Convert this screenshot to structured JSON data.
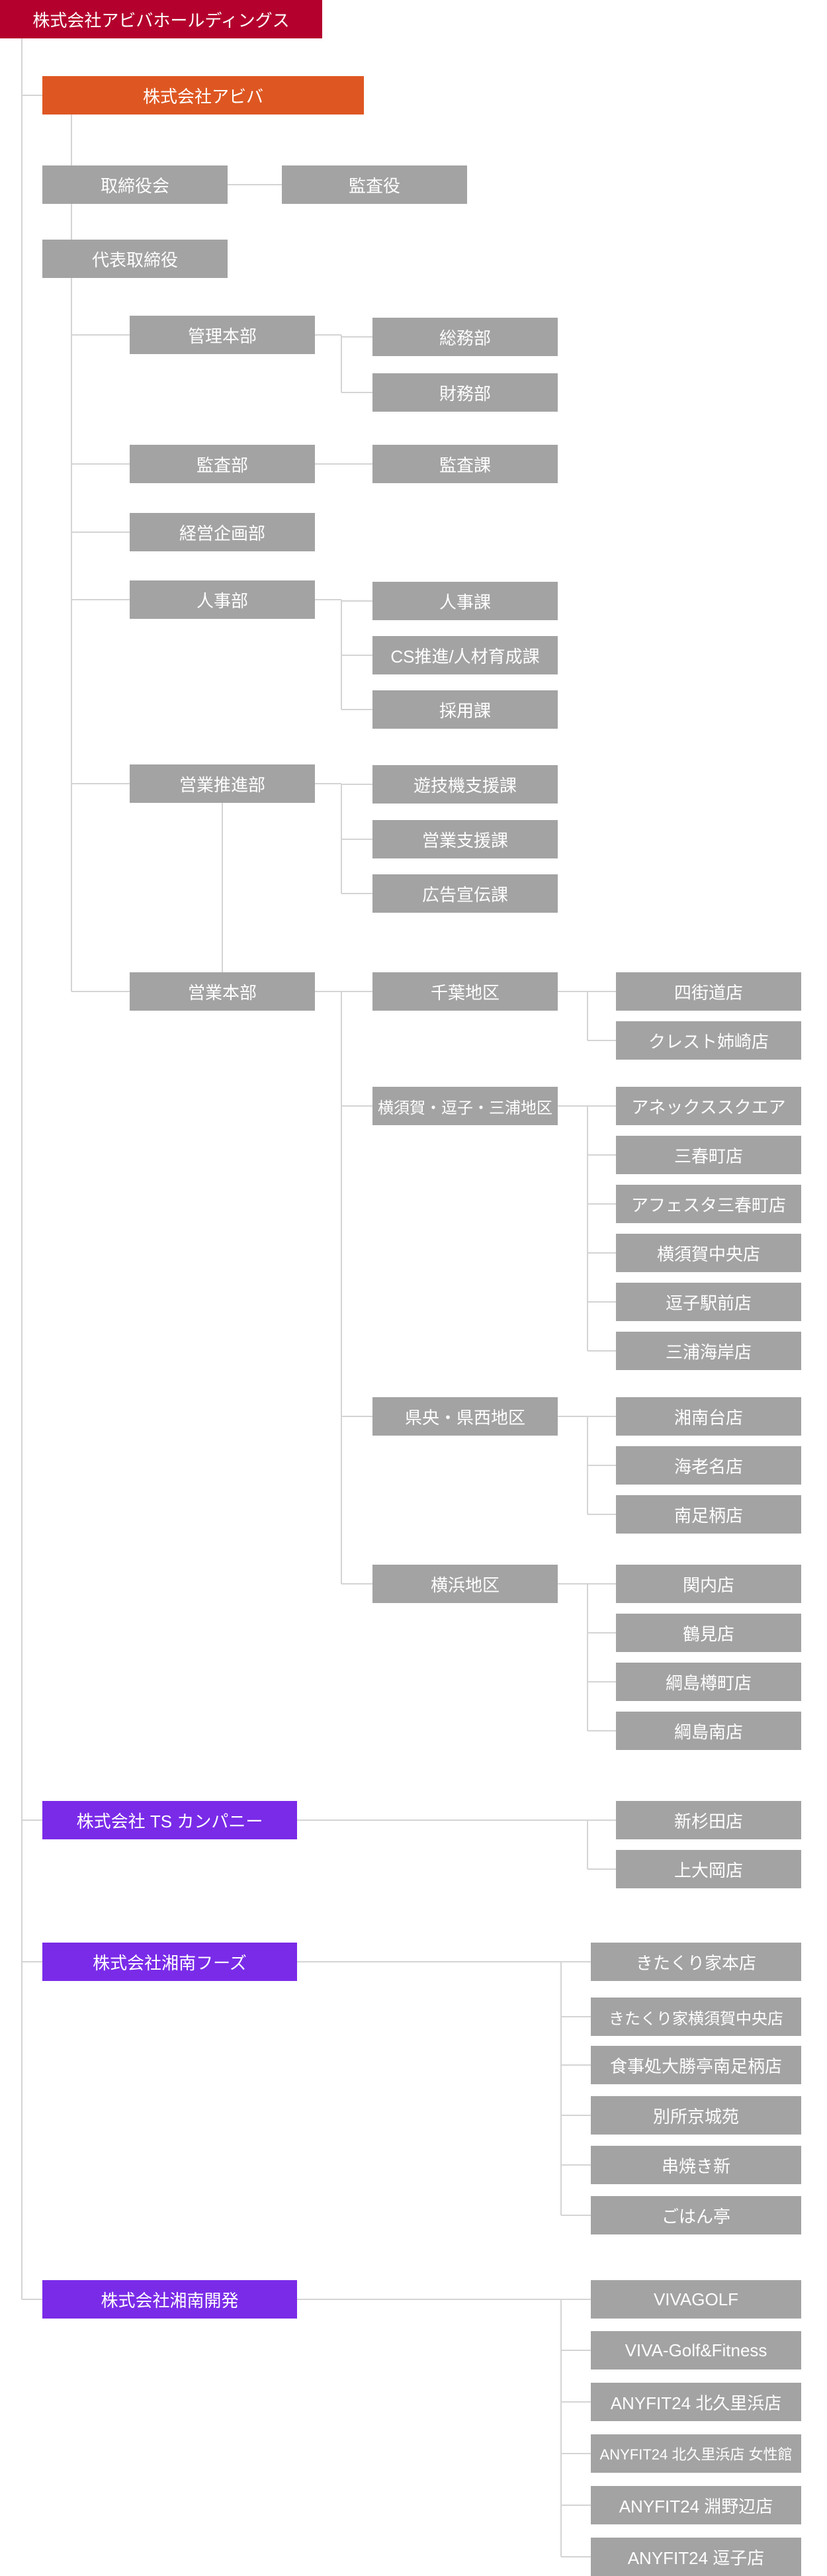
{
  "colors": {
    "root": "#b4002d",
    "main_company": "#de5722",
    "sub_company": "#7a2be8",
    "dept": "#a3a3a3",
    "line": "#d4d4d4"
  },
  "root": {
    "label": "株式会社アビバホールディングス"
  },
  "main_company": {
    "label": "株式会社アビバ"
  },
  "board": {
    "label": "取締役会",
    "auditor": "監査役"
  },
  "ceo": {
    "label": "代表取締役"
  },
  "departments": {
    "admin": {
      "label": "管理本部",
      "children": [
        "総務部",
        "財務部"
      ]
    },
    "audit": {
      "label": "監査部",
      "children": [
        "監査課"
      ]
    },
    "planning": {
      "label": "経営企画部",
      "children": []
    },
    "hr": {
      "label": "人事部",
      "children": [
        "人事課",
        "CS推進/人材育成課",
        "採用課"
      ]
    },
    "sales_promo": {
      "label": "営業推進部",
      "children": [
        "遊技機支援課",
        "営業支援課",
        "広告宣伝課"
      ]
    },
    "sales": {
      "label": "営業本部"
    }
  },
  "regions": [
    {
      "label": "千葉地区",
      "stores": [
        "四街道店",
        "クレスト姉崎店"
      ]
    },
    {
      "label": "横須賀・逗子・三浦地区",
      "stores": [
        "アネックススクエア",
        "三春町店",
        "アフェスタ三春町店",
        "横須賀中央店",
        "逗子駅前店",
        "三浦海岸店"
      ]
    },
    {
      "label": "県央・県西地区",
      "stores": [
        "湘南台店",
        "海老名店",
        "南足柄店"
      ]
    },
    {
      "label": "横浜地区",
      "stores": [
        "関内店",
        "鶴見店",
        "綱島樽町店",
        "綱島南店"
      ]
    }
  ],
  "sub_companies": [
    {
      "label": "株式会社 TS カンパニー",
      "stores": [
        "新杉田店",
        "上大岡店"
      ]
    },
    {
      "label": "株式会社湘南フーズ",
      "stores": [
        "きたくり家本店",
        "きたくり家横須賀中央店",
        "食事処大勝亭南足柄店",
        "別所京城苑",
        "串焼き新",
        "ごはん亭"
      ]
    },
    {
      "label": "株式会社湘南開発",
      "stores": [
        "VIVAGOLF",
        "VIVA-Golf&Fitness",
        "ANYFIT24 北久里浜店",
        "ANYFIT24 北久里浜店 女性館",
        "ANYFIT24 淵野辺店",
        "ANYFIT24 逗子店"
      ]
    }
  ]
}
